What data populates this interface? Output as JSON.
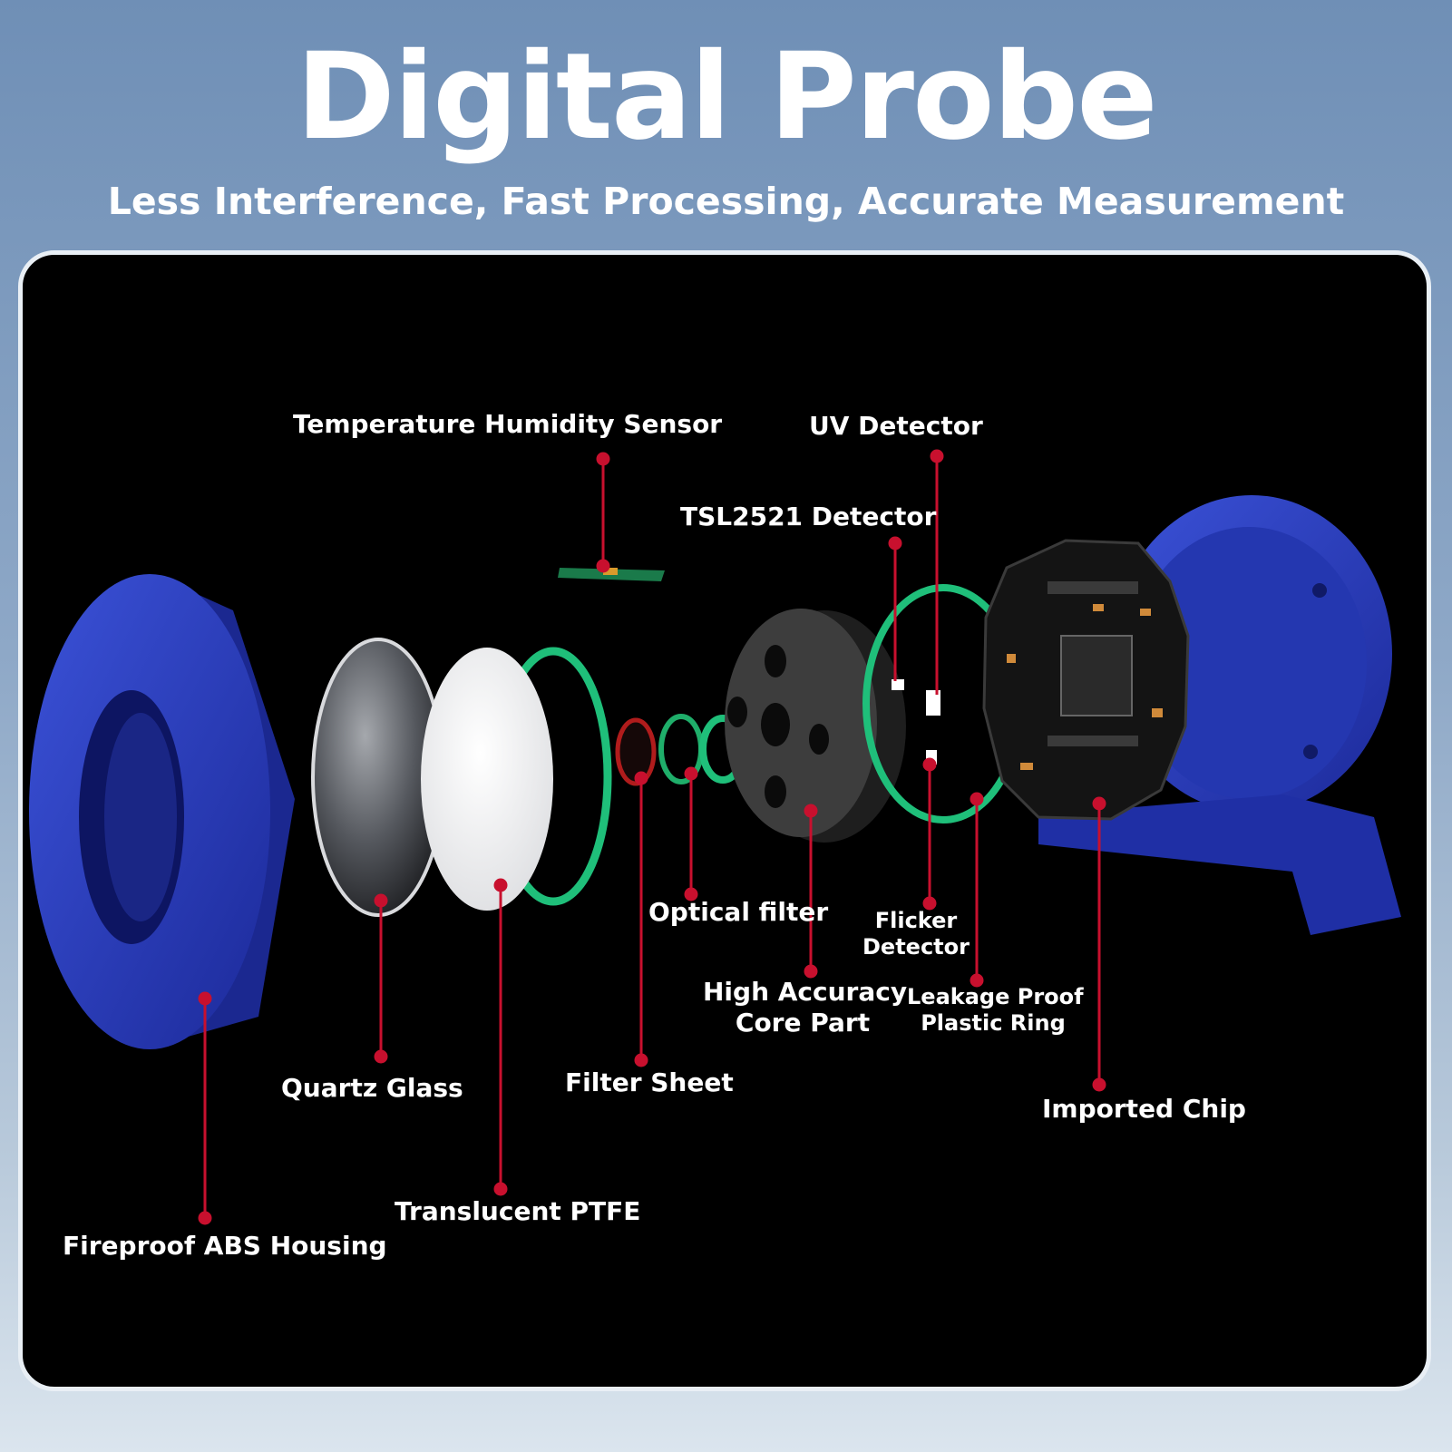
{
  "title": "Digital Probe",
  "subtitle": "Less Interference, Fast Processing, Accurate Measurement",
  "colors": {
    "housing_blue": "#2b3fc0",
    "ring_green": "#1fbf7a",
    "leader_red": "#c8102e",
    "panel": "#000000"
  },
  "labels": {
    "temp_humidity": "Temperature Humidity Sensor",
    "uv": "UV Detector",
    "tsl2521": "TSL2521 Detector",
    "optical_filter": "Optical filter",
    "flicker_line1": "Flicker",
    "flicker_line2": "Detector",
    "core_line1": "High Accuracy",
    "core_line2": "Core Part",
    "leakage_line1": "Leakage Proof",
    "leakage_line2": "Plastic Ring",
    "quartz": "Quartz Glass",
    "filter_sheet": "Filter Sheet",
    "imported_chip": "Imported Chip",
    "ptfe": "Translucent PTFE",
    "housing": "Fireproof ABS Housing"
  }
}
